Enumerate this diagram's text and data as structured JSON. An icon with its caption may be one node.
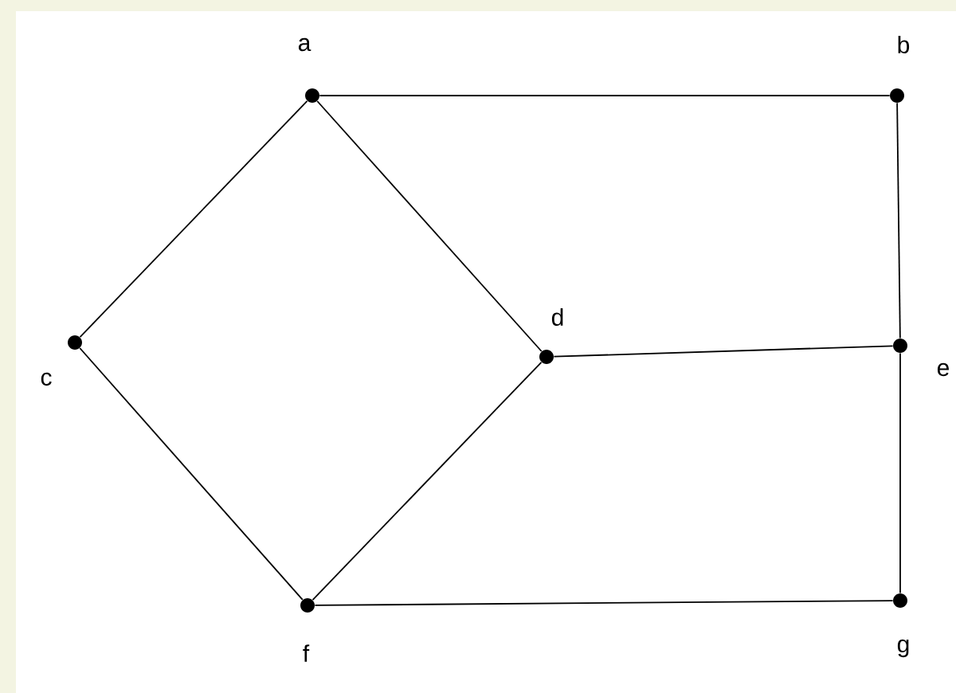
{
  "diagram": {
    "nodes": [
      {
        "text": [],
        "shape": "circle",
        "beside": [
          "a"
        ]
      },
      {
        "text": [],
        "shape": "circle",
        "beside": [
          "b"
        ]
      },
      {
        "text": [],
        "shape": "circle",
        "beside": [
          "c"
        ]
      },
      {
        "text": [],
        "shape": "circle",
        "beside": [
          "d"
        ]
      },
      {
        "text": [],
        "shape": "circle",
        "beside": [
          "e"
        ]
      },
      {
        "text": [],
        "shape": "circle",
        "beside": [
          "f"
        ]
      },
      {
        "text": [],
        "shape": "circle",
        "beside": [
          "g"
        ]
      }
    ],
    "edges": [
      {
        "from": 0,
        "to": 1,
        "arrow": "none"
      },
      {
        "from": 0,
        "to": 2,
        "arrow": "none"
      },
      {
        "from": 0,
        "to": 3,
        "arrow": "none"
      },
      {
        "from": 1,
        "to": 4,
        "arrow": "none"
      },
      {
        "from": 2,
        "to": 5,
        "arrow": "none"
      },
      {
        "from": 3,
        "to": 5,
        "arrow": "none"
      },
      {
        "from": 3,
        "to": 4,
        "arrow": "none"
      },
      {
        "from": 4,
        "to": 6,
        "arrow": "none"
      },
      {
        "from": 5,
        "to": 6,
        "arrow": "none"
      }
    ]
  }
}
